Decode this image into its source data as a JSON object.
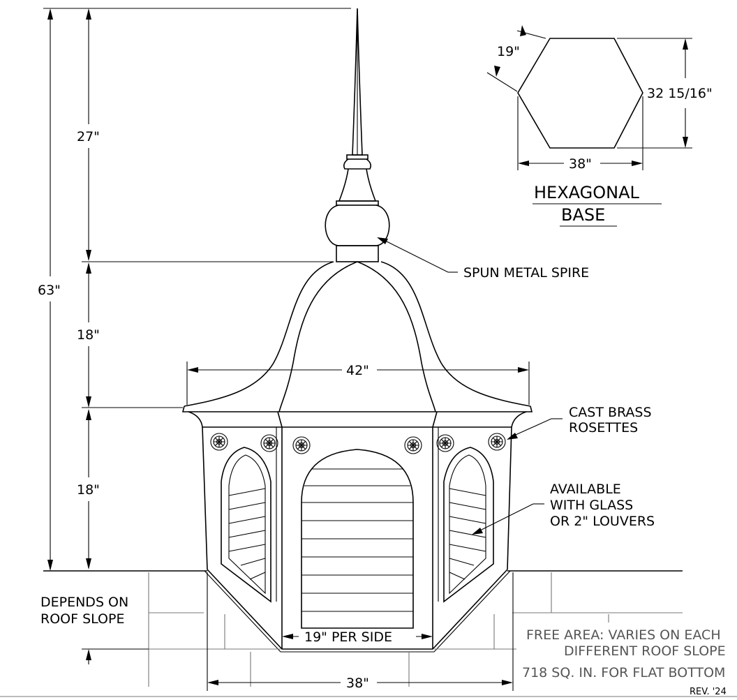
{
  "dimensions": {
    "total_height": "63\"",
    "spire_height": "27\"",
    "roof_height": "18\"",
    "base_height": "18\"",
    "roof_width": "42\"",
    "per_side": "19\" PER SIDE",
    "bottom_width": "38\""
  },
  "hexagon": {
    "side": "19\"",
    "depth": "32 15/16\"",
    "width": "38\"",
    "title_line1": "HEXAGONAL",
    "title_line2": "BASE"
  },
  "callouts": {
    "spire": "SPUN METAL SPIRE",
    "rosettes_line1": "CAST BRASS",
    "rosettes_line2": "ROSETTES",
    "louvers_line1": "AVAILABLE",
    "louvers_line2": "WITH GLASS",
    "louvers_line3": "OR 2\" LOUVERS",
    "roof_slope_line1": "DEPENDS ON",
    "roof_slope_line2": "ROOF SLOPE"
  },
  "notes": {
    "free_area_line1": "FREE AREA: VARIES ON EACH",
    "free_area_line2": "DIFFERENT ROOF SLOPE",
    "flat_bottom": "718 SQ. IN. FOR FLAT BOTTOM",
    "revision": "REV. '24"
  }
}
